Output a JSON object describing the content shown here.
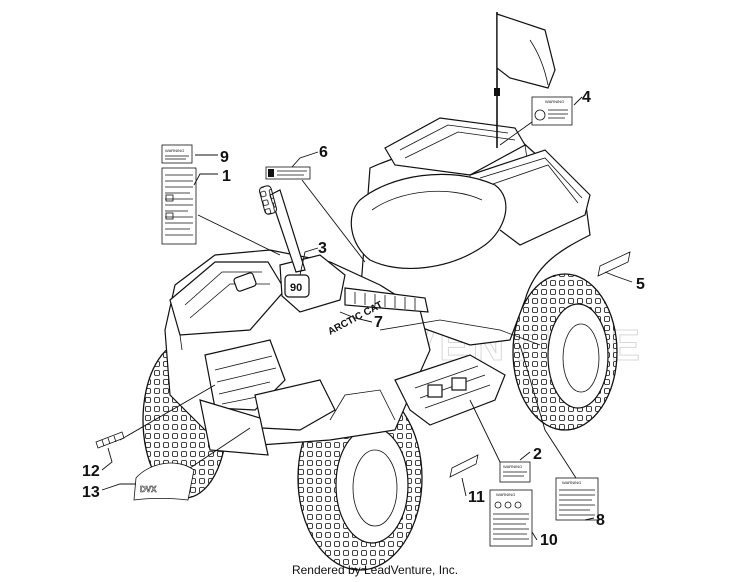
{
  "diagram": {
    "callouts": [
      "1",
      "2",
      "3",
      "4",
      "5",
      "6",
      "7",
      "8",
      "9",
      "10",
      "11",
      "12",
      "13"
    ],
    "brand_decal": "ARCTIC CAT",
    "fender_decal": "DVX",
    "console_badge": "90",
    "warning_word": "WARNING",
    "watermark": "LEADVENTURE"
  },
  "footer": {
    "credit": "Rendered by LeadVenture, Inc."
  }
}
